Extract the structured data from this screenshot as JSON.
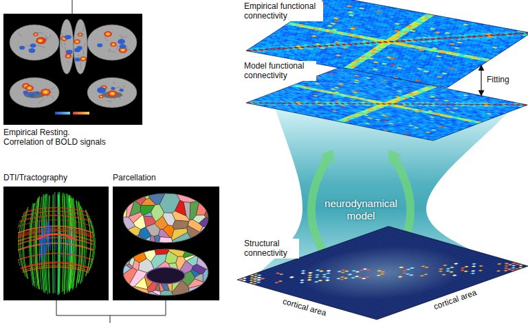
{
  "diagram": {
    "nodes": [
      {
        "text": [
          "Empirical functional connectivity"
        ]
      },
      {
        "text": [
          "Model functional connectivity"
        ]
      },
      {
        "text": [
          "neurodynamical model"
        ]
      },
      {
        "text": [
          "Structural connectivity"
        ]
      },
      {
        "text": [
          "Empirical Resting. Correlation of BOLD signals"
        ]
      },
      {
        "text": [
          "DTI/Tractography"
        ]
      },
      {
        "text": [
          "Parcellation"
        ]
      }
    ],
    "edges": [
      {
        "from": 0,
        "to": 1,
        "arrow": "both",
        "label": "Fitting"
      }
    ],
    "labels": [
      "cortical area",
      "cortical area"
    ]
  }
}
